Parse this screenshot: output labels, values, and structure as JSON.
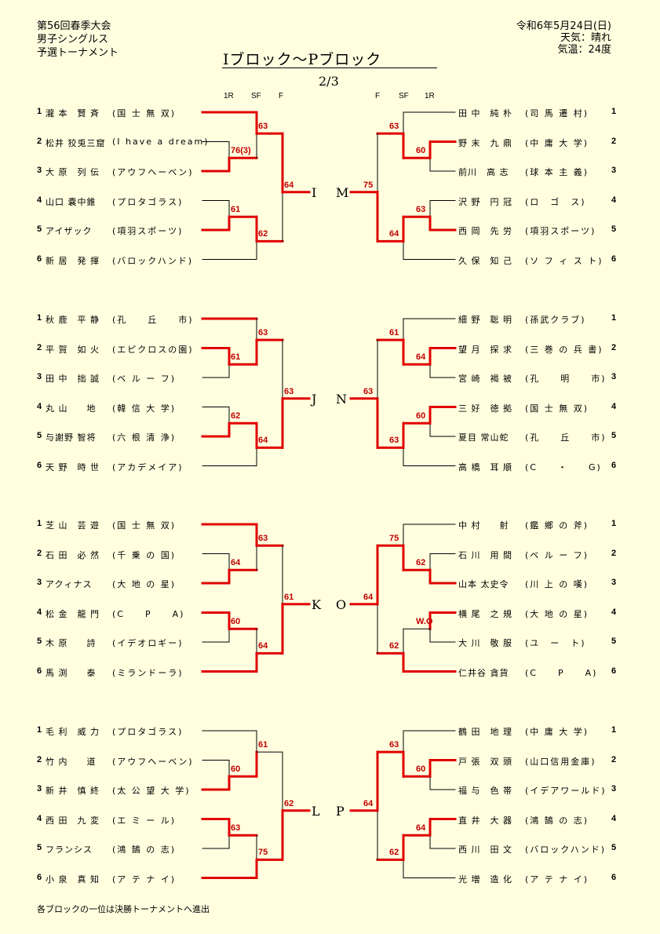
{
  "header": {
    "event": "第56回春季大会",
    "category": "男子シングルス",
    "stage": "予選トーナメント",
    "title": "Iブロック～Pブロック",
    "page": "2/3",
    "date": "令和6年5月24日(日)",
    "weather": "天気：晴れ",
    "temperature": "気温：24度"
  },
  "round_labels": {
    "left": [
      "1R",
      "SF",
      "F"
    ],
    "right": [
      "F",
      "SF",
      "1R"
    ]
  },
  "colors": {
    "win_line": "#e00000",
    "score": "#c00000",
    "background": "#ffffe0"
  },
  "sections": [
    {
      "left_block": "I",
      "right_block": "M",
      "final_score": "75",
      "left": {
        "players": [
          {
            "seed": "1",
            "name": "瀧 本　賢 斉",
            "team": "(国 士 無 双)"
          },
          {
            "seed": "2",
            "name": "松井 狡兎三窟",
            "team": "(I have a dream)"
          },
          {
            "seed": "3",
            "name": "大 原　列 伝",
            "team": "(アウフヘーベン)"
          },
          {
            "seed": "4",
            "name": "山口 嚢中錐",
            "team": "(プロタゴラス)"
          },
          {
            "seed": "5",
            "name": "アイザック",
            "team": "(項羽スポーツ)"
          },
          {
            "seed": "6",
            "name": "新 居　発 揮",
            "team": "(バロックハンド)"
          }
        ],
        "scores": {
          "r1a": "76(3)",
          "r1b": "61",
          "sfa": "63",
          "sfb": "62",
          "f": "64"
        }
      },
      "right": {
        "players": [
          {
            "seed": "1",
            "name": "田 中　純 朴",
            "team": "(司 馬 遷 村)"
          },
          {
            "seed": "2",
            "name": "野 末　九 鼎",
            "team": "(中 庸 大 学)"
          },
          {
            "seed": "3",
            "name": "前川　高 志",
            "team": "(球 本 主 義)"
          },
          {
            "seed": "4",
            "name": "沢 野　円 冠",
            "team": "(ロ　ゴ　ス)"
          },
          {
            "seed": "5",
            "name": "西 岡　先 労",
            "team": "(項羽スポーツ)"
          },
          {
            "seed": "6",
            "name": "久 保　知 己",
            "team": "(ソ フ ィ ス ト)"
          }
        ],
        "scores": {
          "r1a": "60",
          "r1b": "63",
          "sfa": "63",
          "sfb": "64"
        }
      }
    },
    {
      "left_block": "J",
      "right_block": "N",
      "final_score": "63",
      "left": {
        "players": [
          {
            "seed": "1",
            "name": "秋 鹿　平 静",
            "team": "(孔　　丘　　市)"
          },
          {
            "seed": "2",
            "name": "平 賀　如 火",
            "team": "(エピクロスの園)"
          },
          {
            "seed": "3",
            "name": "田 中　拙 誠",
            "team": "(ベ ル ー フ)"
          },
          {
            "seed": "4",
            "name": "丸 山　　地",
            "team": "(韓 信 大 学)"
          },
          {
            "seed": "5",
            "name": "与謝野 智将",
            "team": "(六 根 清 浄)"
          },
          {
            "seed": "6",
            "name": "天 野　時 世",
            "team": "(アカデメイア)"
          }
        ],
        "scores": {
          "r1a": "61",
          "r1b": "62",
          "sfa": "63",
          "sfb": "64",
          "f": "63"
        }
      },
      "right": {
        "players": [
          {
            "seed": "1",
            "name": "細 野　聡 明",
            "team": "(孫武クラブ)"
          },
          {
            "seed": "2",
            "name": "望 月　探 求",
            "team": "(三 巻 の 兵 書)"
          },
          {
            "seed": "3",
            "name": "宮 崎　褐 被",
            "team": "(孔　　明　　市)"
          },
          {
            "seed": "4",
            "name": "三 好　徳 拠",
            "team": "(国 士 無 双)"
          },
          {
            "seed": "5",
            "name": "夏目 常山蛇",
            "team": "(孔　　丘　　市)"
          },
          {
            "seed": "6",
            "name": "高 橋　耳 順",
            "team": "(C　　・　　G)"
          }
        ],
        "scores": {
          "r1a": "64",
          "r1b": "60",
          "sfa": "61",
          "sfb": "63"
        }
      }
    },
    {
      "left_block": "K",
      "right_block": "O",
      "final_score": "64",
      "left": {
        "players": [
          {
            "seed": "1",
            "name": "芝 山　芸 遊",
            "team": "(国 士 無 双)"
          },
          {
            "seed": "2",
            "name": "石 田　必 然",
            "team": "(千 乗 の 国)"
          },
          {
            "seed": "3",
            "name": "アクィナス",
            "team": "(大 地 の 星)"
          },
          {
            "seed": "4",
            "name": "松 金　龍 門",
            "team": "(C　　P　　A)"
          },
          {
            "seed": "5",
            "name": "木 原　　詩",
            "team": "(イデオロギー)"
          },
          {
            "seed": "6",
            "name": "馬 渕　　泰",
            "team": "(ミランドーラ)"
          }
        ],
        "scores": {
          "r1a": "64",
          "r1b": "60",
          "sfa": "63",
          "sfb": "64",
          "f": "61"
        }
      },
      "right": {
        "players": [
          {
            "seed": "1",
            "name": "中 村　　射",
            "team": "(鑑 鄉 の 斧)"
          },
          {
            "seed": "2",
            "name": "石 川　用 間",
            "team": "(ベ ル ー フ)"
          },
          {
            "seed": "3",
            "name": "山本 太史令",
            "team": "(川 上 の 嘆)"
          },
          {
            "seed": "4",
            "name": "横 尾　之 規",
            "team": "(大 地 の 星)"
          },
          {
            "seed": "5",
            "name": "大 川　敬 服",
            "team": "(ユ　ー　ト)"
          },
          {
            "seed": "6",
            "name": "仁井谷 貪貨",
            "team": "(C　　P　　A)"
          }
        ],
        "scores": {
          "r1a": "62",
          "r1b": "W.O",
          "sfa": "75",
          "sfb": "62"
        }
      }
    },
    {
      "left_block": "L",
      "right_block": "P",
      "final_score": "64",
      "left": {
        "players": [
          {
            "seed": "1",
            "name": "毛 利　威 力",
            "team": "(プロタゴラス)"
          },
          {
            "seed": "2",
            "name": "竹 内　　道",
            "team": "(アウフヘーベン)"
          },
          {
            "seed": "3",
            "name": "新 井　慎 終",
            "team": "(太 公 望 大 学)"
          },
          {
            "seed": "4",
            "name": "西 田　九 変",
            "team": "(エ ミ ー ル)"
          },
          {
            "seed": "5",
            "name": "フランシス",
            "team": "(鴻 鵠 の 志)"
          },
          {
            "seed": "6",
            "name": "小 泉　真 知",
            "team": "(ア テ ナ イ)"
          }
        ],
        "scores": {
          "r1a": "60",
          "r1b": "63",
          "sfa": "61",
          "sfb": "75",
          "f": "62"
        }
      },
      "right": {
        "players": [
          {
            "seed": "1",
            "name": "鶴 田　地 理",
            "team": "(中 庸 大 学)"
          },
          {
            "seed": "2",
            "name": "戸 張　双 頭",
            "team": "(山口信用金庫)"
          },
          {
            "seed": "3",
            "name": "福 与　色 帯",
            "team": "(イデアワールド)"
          },
          {
            "seed": "4",
            "name": "直 井　大 器",
            "team": "(鴻 鵠 の 志)"
          },
          {
            "seed": "5",
            "name": "西 川　田 文",
            "team": "(バロックハンド)"
          },
          {
            "seed": "6",
            "name": "光 増　造 化",
            "team": "(ア テ ナ イ)"
          }
        ],
        "scores": {
          "r1a": "60",
          "r1b": "64",
          "sfa": "63",
          "sfb": "62"
        }
      }
    }
  ],
  "footer": "各ブロックの一位は決勝トーナメントへ進出"
}
